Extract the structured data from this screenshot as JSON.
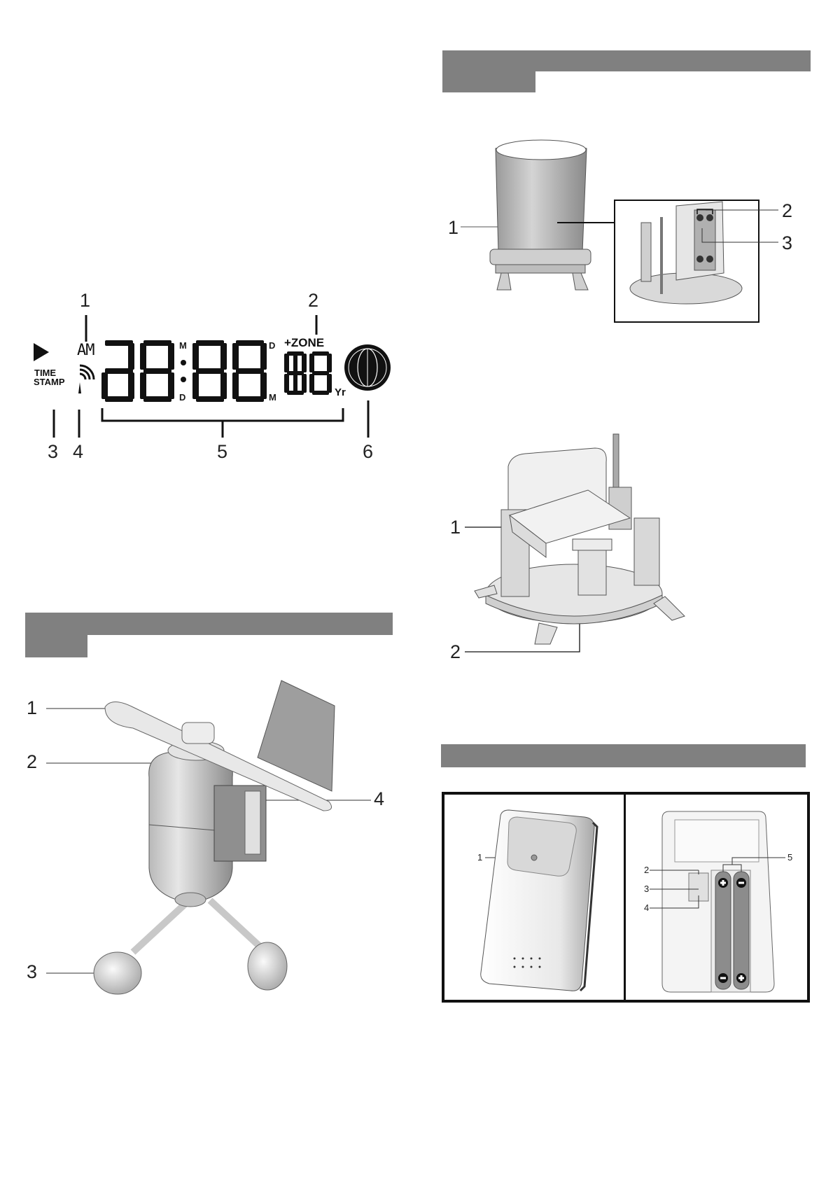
{
  "colors": {
    "section_bar": "#808080",
    "line": "#1a1a1a",
    "figure_gray": "#9a9a9a"
  },
  "lcd_display": {
    "segments_main": "88:88",
    "segments_zone": "88",
    "am_label": "AM",
    "month_top": "M",
    "day_bottom": "D",
    "day_top": "D",
    "month_bottom": "M",
    "zone_label": "+ZONE",
    "year_label": "Yr",
    "time_stamp_line1": "TIME",
    "time_stamp_line2": "STAMP",
    "callouts": [
      "1",
      "2",
      "3",
      "4",
      "5",
      "6"
    ],
    "icons": [
      "play-arrow-icon",
      "signal-icon",
      "globe-icon"
    ]
  },
  "anemometer_figure": {
    "callouts": [
      "1",
      "2",
      "3",
      "4"
    ]
  },
  "rain_gauge_figure": {
    "callouts": [
      "1",
      "2",
      "3"
    ],
    "battery_symbols": [
      "−",
      "+",
      "+",
      "−"
    ]
  },
  "rain_mechanism_figure": {
    "callouts": [
      "1",
      "2"
    ]
  },
  "thermo_sensor_figure": {
    "front_callouts": [
      "1"
    ],
    "back_callouts": [
      "2",
      "3",
      "4",
      "5"
    ],
    "battery_symbols": [
      "+",
      "−",
      "−",
      "+"
    ]
  }
}
